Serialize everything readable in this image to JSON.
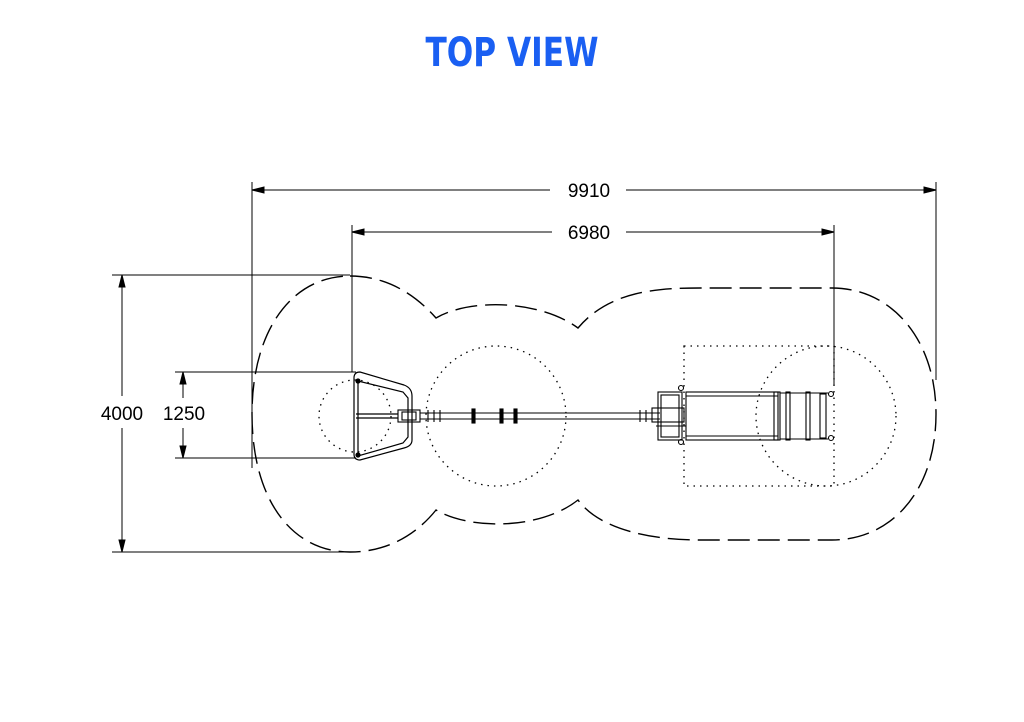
{
  "title": "TOP VIEW",
  "colors": {
    "title": "#1a5ff2",
    "lines": "#000000"
  },
  "dimensions": {
    "overall_length": "9910",
    "equipment_length": "6980",
    "overall_width": "4000",
    "seat_width": "1250"
  }
}
